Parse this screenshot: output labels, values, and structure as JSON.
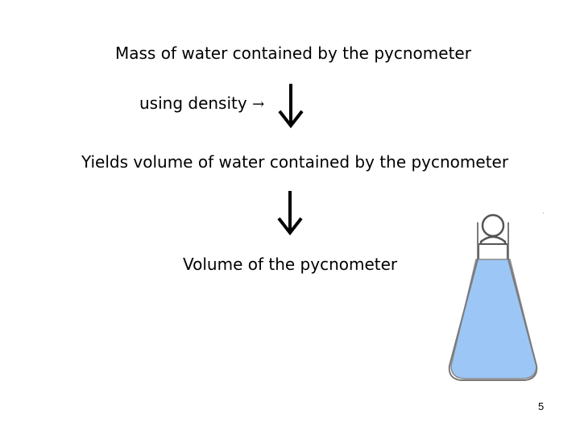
{
  "steps": {
    "line1": "Mass of water contained by the pycnometer",
    "line2_text": "using density",
    "line2_arrow": "→",
    "line3": "Yields volume of water contained by the pycnometer",
    "line4": "Volume of the pycnometer"
  },
  "page_number": "5",
  "colors": {
    "water": "#9cc6f5",
    "text": "#000000"
  },
  "icons": {
    "down_arrow_1": "down-arrow-icon",
    "down_arrow_2": "down-arrow-icon",
    "flask": "pycnometer-flask-icon"
  }
}
